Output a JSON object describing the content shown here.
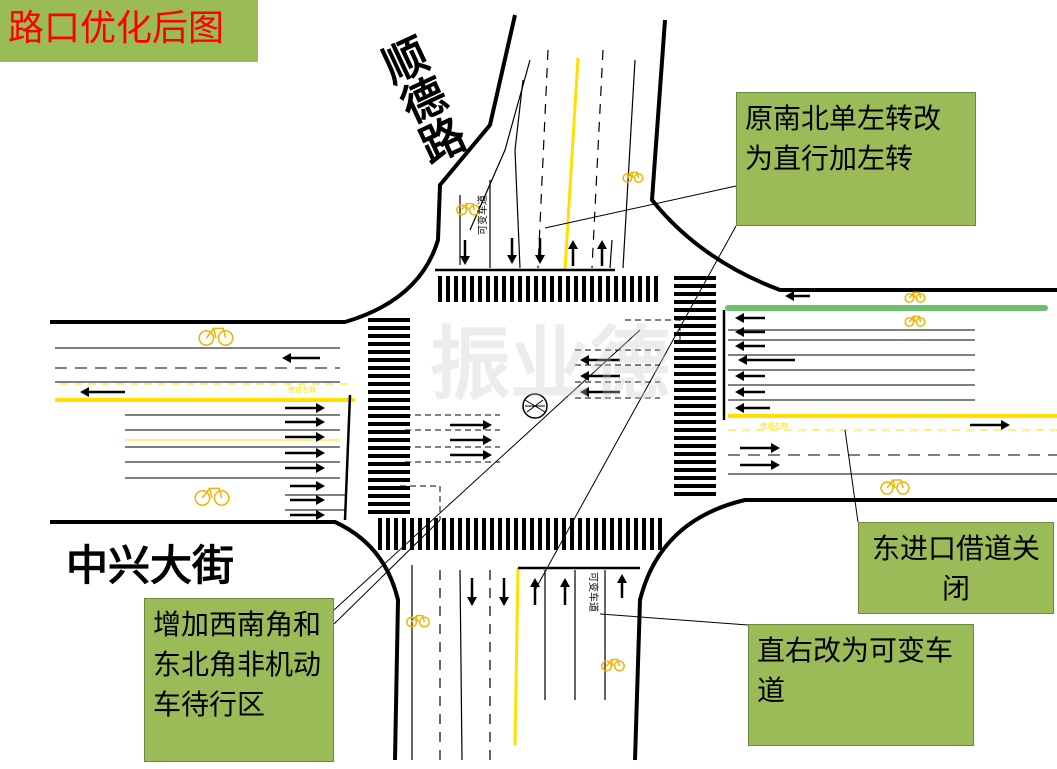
{
  "title": "路口优化后图",
  "roads": {
    "north_south": "顺德路",
    "east_west": "中兴大街"
  },
  "lane_labels": {
    "north_variable": "可变车道",
    "south_variable": "可变车道",
    "west_borrow": "借道左转",
    "east_borrow": "借道左转"
  },
  "callouts": {
    "northbound_change": "原南北单左转改为直行加左转",
    "east_close": "东进口借道关闭",
    "variable_lane": "直右改为可变车道",
    "bike_waiting": "增加西南角和东北角非机动车待行区"
  },
  "watermark": "振业德",
  "colors": {
    "callout_bg": "#9bbb59",
    "yellow_line": "#ffe000",
    "bike": "#f0b400",
    "green_bike_lane": "#6cbf6c",
    "title_text": "#ff0000"
  }
}
